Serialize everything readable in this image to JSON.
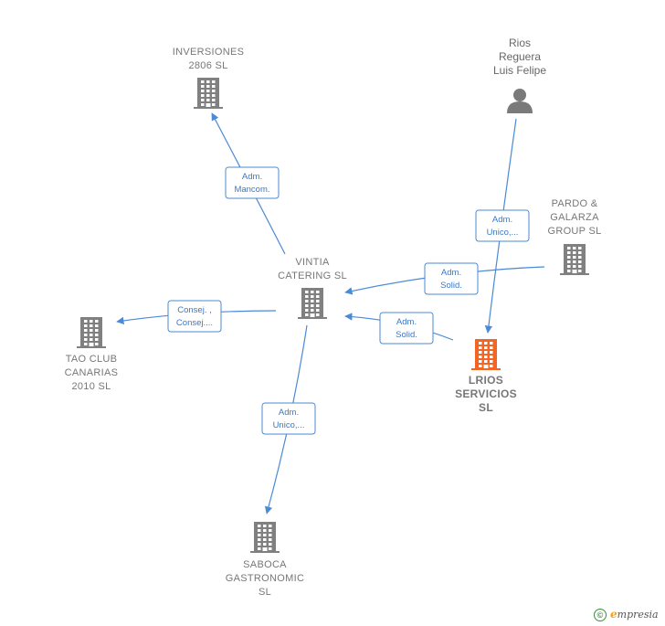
{
  "nodes": [
    {
      "id": "inversiones",
      "type": "company",
      "focus": false,
      "lines": [
        "INVERSIONES",
        "2806 SL"
      ]
    },
    {
      "id": "rios",
      "type": "person",
      "focus": false,
      "lines": [
        "Rios",
        "Reguera",
        "Luis Felipe"
      ]
    },
    {
      "id": "pardo",
      "type": "company",
      "focus": false,
      "lines": [
        "PARDO &",
        "GALARZA",
        "GROUP  SL"
      ]
    },
    {
      "id": "vintia",
      "type": "company",
      "focus": false,
      "lines": [
        "VINTIA",
        "CATERING SL"
      ]
    },
    {
      "id": "tao",
      "type": "company",
      "focus": false,
      "lines": [
        "TAO CLUB",
        "CANARIAS",
        "2010 SL"
      ]
    },
    {
      "id": "lrios",
      "type": "company",
      "focus": true,
      "lines": [
        "LRIOS",
        "SERVICIOS",
        "SL"
      ]
    },
    {
      "id": "saboca",
      "type": "company",
      "focus": false,
      "lines": [
        "SABOCA",
        "GASTRONOMIC",
        "SL"
      ]
    }
  ],
  "edges": [
    {
      "id": "vintia-inversiones",
      "from": "vintia",
      "to": "inversiones",
      "label": [
        "Adm.",
        "Mancom."
      ]
    },
    {
      "id": "rios-lrios",
      "from": "rios",
      "to": "lrios",
      "label": [
        "Adm.",
        "Unico,..."
      ]
    },
    {
      "id": "pardo-vintia",
      "from": "pardo",
      "to": "vintia",
      "label": [
        "Adm.",
        "Solid."
      ]
    },
    {
      "id": "lrios-vintia",
      "from": "lrios",
      "to": "vintia",
      "label": [
        "Adm.",
        "Solid."
      ]
    },
    {
      "id": "vintia-tao",
      "from": "vintia",
      "to": "tao",
      "label": [
        "Consej. ,",
        "Consej...."
      ]
    },
    {
      "id": "vintia-saboca",
      "from": "vintia",
      "to": "saboca",
      "label": [
        "Adm.",
        "Unico,..."
      ]
    }
  ],
  "footer": {
    "copyright": "©",
    "brand_initial": "e",
    "brand_rest": "mpresia"
  },
  "colors": {
    "edge": "#4a8ad6",
    "node": "#808080",
    "focus_node": "#f26522",
    "label": "#777777"
  }
}
